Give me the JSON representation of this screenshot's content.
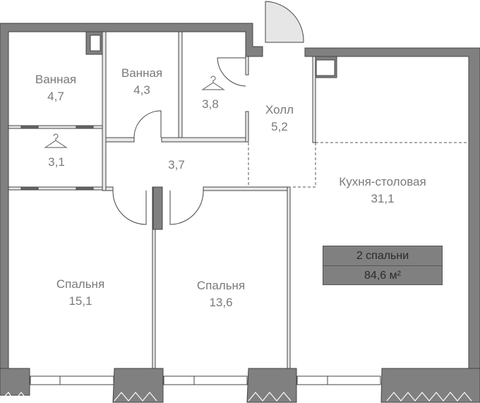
{
  "rooms": [
    {
      "name": "Ванная",
      "area": "4,7"
    },
    {
      "name": "Ванная",
      "area": "4,3"
    },
    {
      "name": "",
      "area": "3,8",
      "icon": "hanger-icon"
    },
    {
      "name": "Холл",
      "area": "5,2"
    },
    {
      "name": "",
      "area": "3,1",
      "icon": "hanger-icon"
    },
    {
      "name": "",
      "area": "3,7"
    },
    {
      "name": "Кухня-столовая",
      "area": "31,1"
    },
    {
      "name": "Спальня",
      "area": "15,1"
    },
    {
      "name": "Спальня",
      "area": "13,6"
    }
  ],
  "summary": {
    "bedrooms": "2 спальни",
    "total_area": "84,6 м²"
  },
  "colors": {
    "wall": "#808080",
    "outline": "#444444",
    "text": "#7a7a7a"
  }
}
